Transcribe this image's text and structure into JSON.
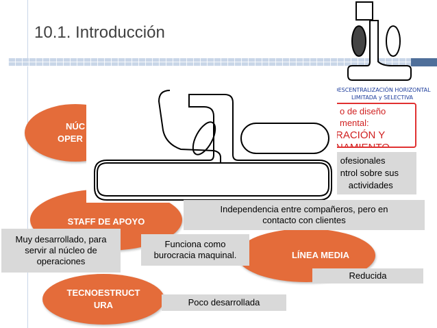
{
  "slide": {
    "title": "10.1. Introducción"
  },
  "ellipses": {
    "nucleo_line1": "NÚC",
    "nucleo_line2": "OPER",
    "staff": "STAFF DE APOYO",
    "linea_media": "LÍNEA MEDIA",
    "tecno_line1": "TECNOESTRUCT",
    "tecno_line2": "URA"
  },
  "notes": {
    "independencia_line1": "Independencia entre compañeros, pero en",
    "independencia_line2": "contacto con clientes",
    "muy_desarrollado_line1": "Muy desarrollado, para",
    "muy_desarrollado_line2": "servir al núcleo de",
    "muy_desarrollado_line3": "operaciones",
    "funciona_line1": "Funciona como",
    "funciona_line2": "burocracia maquinal.",
    "reducida": "Reducida",
    "poco": "Poco desarrollada",
    "profesionales_line1": "ofesionales",
    "profesionales_line2": "ntrol sobre sus",
    "profesionales_line3": "actividades"
  },
  "red_box": {
    "line1": "o de diseño",
    "line2": "mental:",
    "line3": "RACIÓN Y",
    "line4": "NAMIENTO"
  },
  "diagram_caption": {
    "line1": "DESCENTRALIZACIÓN HORIZONTAL",
    "line2": "LIMITADA y SELECTIVA"
  },
  "colors": {
    "accent_orange": "#e46c3a",
    "note_grey": "#d9d9d9",
    "title_grey": "#404040",
    "rule_blue": "#c9d6e8",
    "red": "#d02020"
  }
}
